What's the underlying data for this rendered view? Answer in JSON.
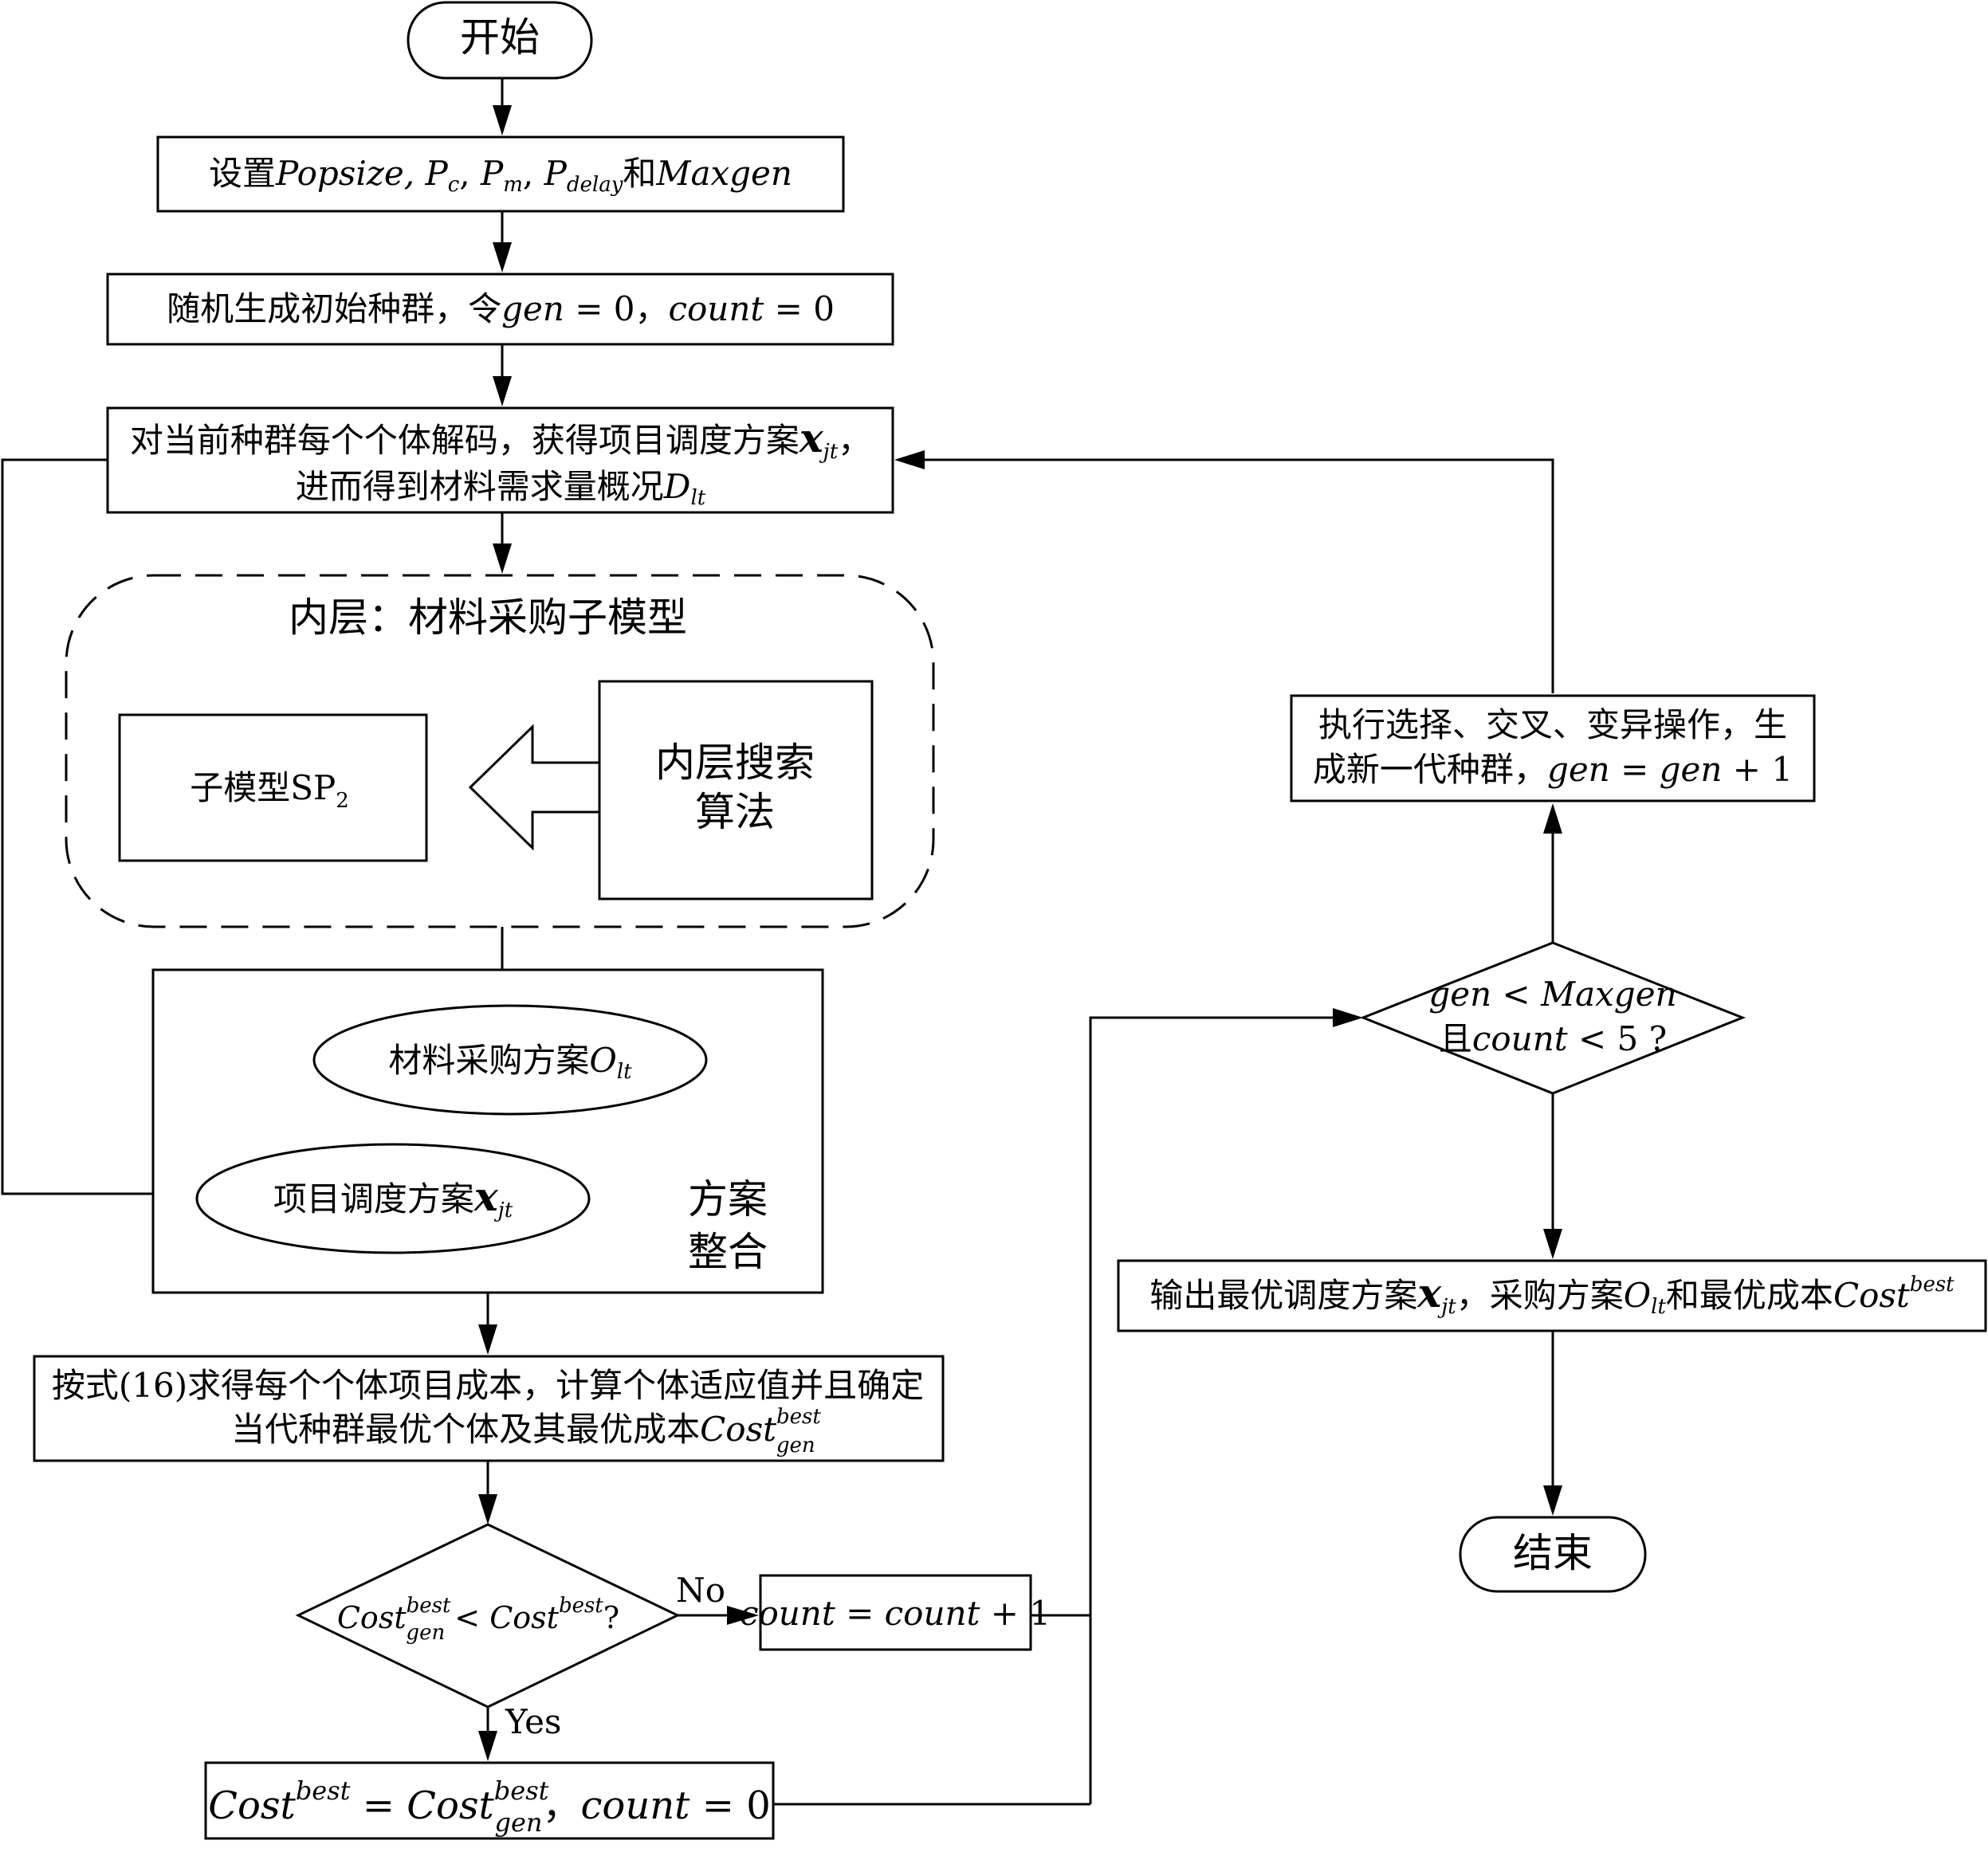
{
  "nodes": {
    "start": "开始",
    "set_params": {
      "prefix": "设置",
      "popsize": "Popsize, ",
      "p": "P",
      "c_sub": "c",
      "m_sub": "m",
      "delay_sub": "delay",
      "and": "和",
      "maxgen": "Maxgen"
    },
    "init_pop": {
      "prefix": "随机生成初始种群，令",
      "gen": "gen",
      "eq_zero": " = 0，",
      "count": "count",
      "eq_zero2": " = 0"
    },
    "decode": {
      "line1_prefix": "对当前种群每个个体解码，获得项目调度方案",
      "x": "x",
      "jt_sub": "jt",
      "line1_suffix": "，",
      "line2_prefix": "进而得到材料需求量概况",
      "d": "D",
      "lt_sub": "lt"
    },
    "inner_layer": {
      "title": "内层：材料采购子模型",
      "submodel_text": "子模型SP",
      "submodel_sub": "2",
      "search_line1": "内层搜索",
      "search_line2": "算法"
    },
    "integration": {
      "purchase_prefix": "材料采购方案",
      "o": "O",
      "lt_sub": "lt",
      "schedule_prefix": "项目调度方案",
      "x": "x",
      "jt_sub": "jt",
      "label_line1": "方案",
      "label_line2": "整合"
    },
    "fitness": {
      "line1": "按式(16)求得每个个体项目成本，计算个体适应值并且确定",
      "line2_prefix": "当代种群最优个体及其最优成本",
      "cost": "Cost",
      "best_sup": "best",
      "gen_sub": "gen"
    },
    "compare": {
      "cost": "Cost",
      "best_sup": "best",
      "gen_sub": "gen",
      "lt": " < ",
      "q": "?"
    },
    "yes_label": "Yes",
    "no_label": "No",
    "count_inc": {
      "count": "count",
      "eq": " = ",
      "count2": "count",
      "plus": " + 1"
    },
    "update_best": {
      "cost": "Cost",
      "best_sup": "best",
      "eq": " = ",
      "gen_sub": "gen",
      "sep": "，",
      "count": "count",
      "eq_zero": " = 0"
    },
    "loop_check": {
      "line1_gen": "gen",
      "line1_lt": " < ",
      "line1_maxgen": "Maxgen",
      "line2_prefix": "且",
      "line2_count": "count",
      "line2_suffix": " < 5 ?"
    },
    "ga_ops": {
      "line1": "执行选择、交叉、变异操作，生",
      "line2_prefix": "成新一代种群，",
      "gen": "gen",
      "eq": " = ",
      "gen2": "gen",
      "plus": " + 1"
    },
    "output": {
      "prefix": "输出最优调度方案",
      "x": "x",
      "jt_sub": "jt",
      "mid": "，采购方案",
      "o": "O",
      "lt_sub": "lt",
      "mid2": "和最优成本",
      "cost": "Cost",
      "best_sup": "best"
    },
    "end": "结束"
  }
}
